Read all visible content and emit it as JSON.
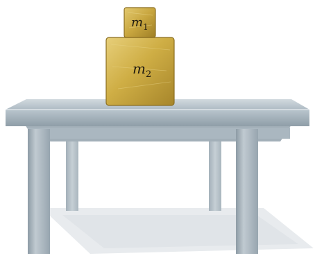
{
  "blocks": {
    "top_block": {
      "symbol": "m",
      "subscript": "1"
    },
    "bottom_block": {
      "symbol": "m",
      "subscript": "2"
    }
  },
  "colors": {
    "block_gold": "#c9a93f",
    "table_top": "#c3cdd4",
    "table_leg": "#a7b4bd",
    "shadow": "#e4e7ea"
  }
}
